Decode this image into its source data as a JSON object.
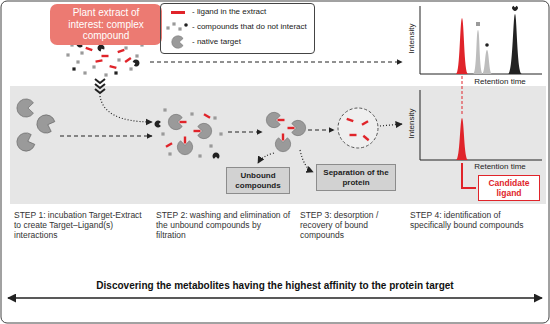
{
  "diagram": {
    "nodes": [
      {
        "text": [
          "Plant extract of interest: complex compound"
        ]
      },
      {
        "text": [
          "Unbound compounds"
        ]
      },
      {
        "text": [
          "Separation of the protein"
        ]
      },
      {
        "text": [
          "Candidate ligand"
        ]
      }
    ],
    "labels": [
      "Intensity",
      "Retention time",
      "Intensity",
      "Retention time",
      "STEP 1: incubation Target-Extract to create Target–Ligand(s) interactions",
      "STEP 2: washing and elimination of the unbound compounds by filtration",
      "STEP 3: desorption / recovery of bound compounds",
      "STEP 4: identification of specifically bound compounds",
      "Discovering the metabolites having the highest affinity to the protein target"
    ],
    "legend": [
      {
        "text": "- ligand in the extract",
        "color": "#e0242a"
      },
      {
        "text": "- compounds that do not interact"
      },
      {
        "text": "- native target"
      }
    ]
  }
}
